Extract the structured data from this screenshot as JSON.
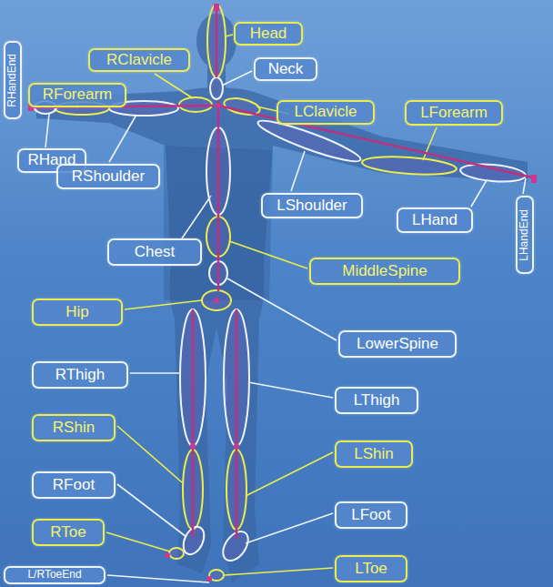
{
  "diagram": {
    "nodes": [
      {
        "text": [
          "RHandEnd"
        ]
      },
      {
        "text": [
          "Head"
        ]
      },
      {
        "text": [
          "RClavicle"
        ]
      },
      {
        "text": [
          "Neck"
        ]
      },
      {
        "text": [
          "RForearm"
        ]
      },
      {
        "text": [
          "LClavicle"
        ]
      },
      {
        "text": [
          "LForearm"
        ]
      },
      {
        "text": [
          "RHand"
        ]
      },
      {
        "text": [
          "RShoulder"
        ]
      },
      {
        "text": [
          "LShoulder"
        ]
      },
      {
        "text": [
          "LHand"
        ]
      },
      {
        "text": [
          "LHandEnd"
        ]
      },
      {
        "text": [
          "Chest"
        ]
      },
      {
        "text": [
          "MiddleSpine"
        ]
      },
      {
        "text": [
          "Hip"
        ]
      },
      {
        "text": [
          "LowerSpine"
        ]
      },
      {
        "text": [
          "RThigh"
        ]
      },
      {
        "text": [
          "LThigh"
        ]
      },
      {
        "text": [
          "RShin"
        ]
      },
      {
        "text": [
          "LShin"
        ]
      },
      {
        "text": [
          "RFoot"
        ]
      },
      {
        "text": [
          "LFoot"
        ]
      },
      {
        "text": [
          "RToe"
        ]
      },
      {
        "text": [
          "L/RToeEnd"
        ]
      },
      {
        "text": [
          "LToe"
        ]
      }
    ]
  }
}
